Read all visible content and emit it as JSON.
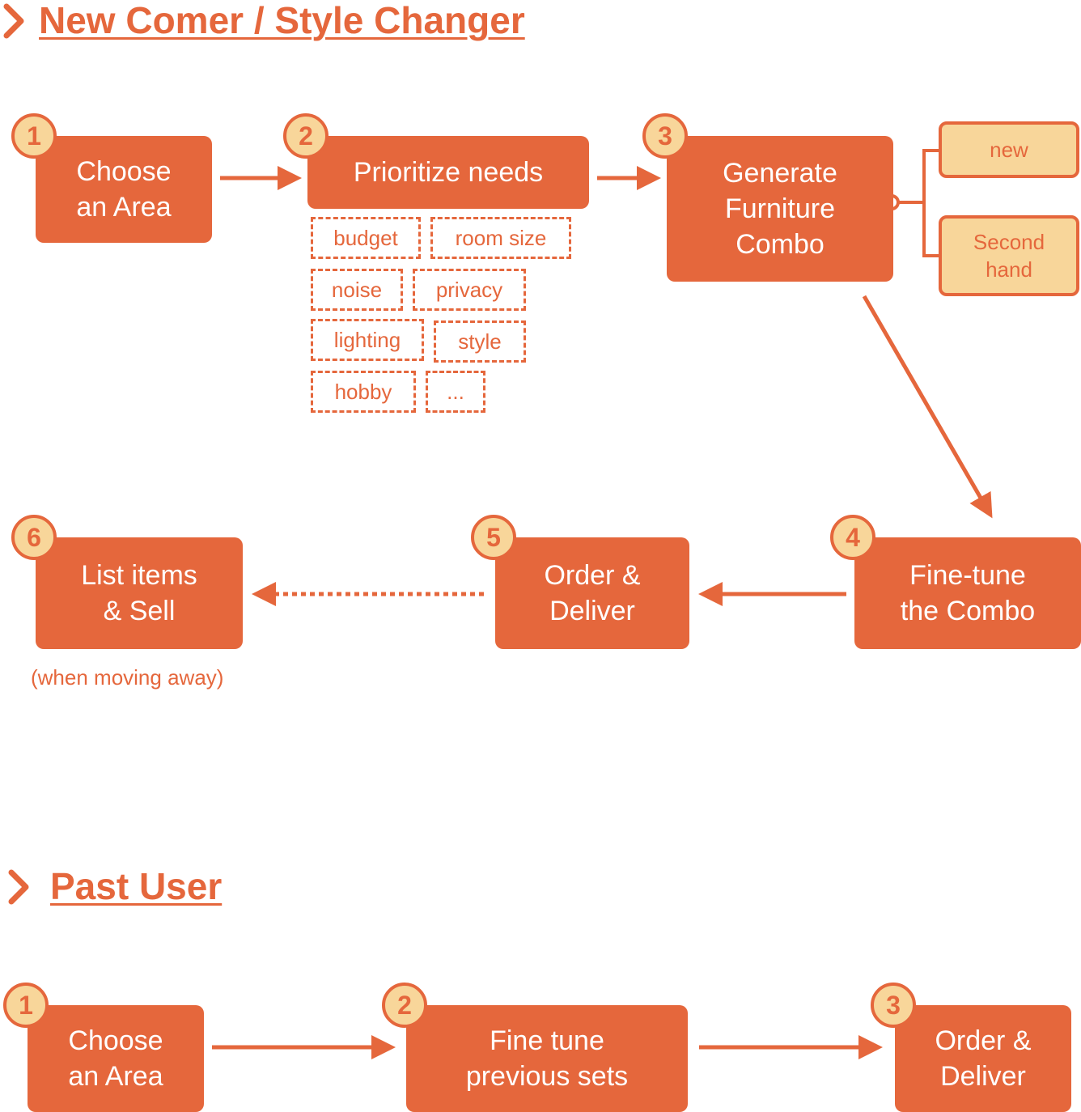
{
  "section_new": {
    "title": "New Comer / Style Changer",
    "steps": [
      {
        "number": "1",
        "label": "Choose\nan Area"
      },
      {
        "number": "2",
        "label": "Prioritize needs"
      },
      {
        "number": "3",
        "label": "Generate\nFurniture\nCombo"
      },
      {
        "number": "4",
        "label": "Fine-tune\nthe Combo"
      },
      {
        "number": "5",
        "label": "Order &\nDeliver"
      },
      {
        "number": "6",
        "label": "List items\n& Sell"
      }
    ],
    "needs": [
      "budget",
      "room size",
      "noise",
      "privacy",
      "lighting",
      "style",
      "hobby",
      "..."
    ],
    "combo_options": [
      "new",
      "Second\nhand"
    ],
    "sell_note": "(when moving away)"
  },
  "section_past": {
    "title": "Past User",
    "steps": [
      {
        "number": "1",
        "label": "Choose\nan Area"
      },
      {
        "number": "2",
        "label": "Fine tune\nprevious sets"
      },
      {
        "number": "3",
        "label": "Order &\nDeliver"
      }
    ]
  },
  "colors": {
    "accent": "#e5673c",
    "badge_fill": "#f8d69a",
    "text_on_accent": "#ffffff"
  },
  "icons": {
    "section_marker": "chevron-right-icon"
  }
}
